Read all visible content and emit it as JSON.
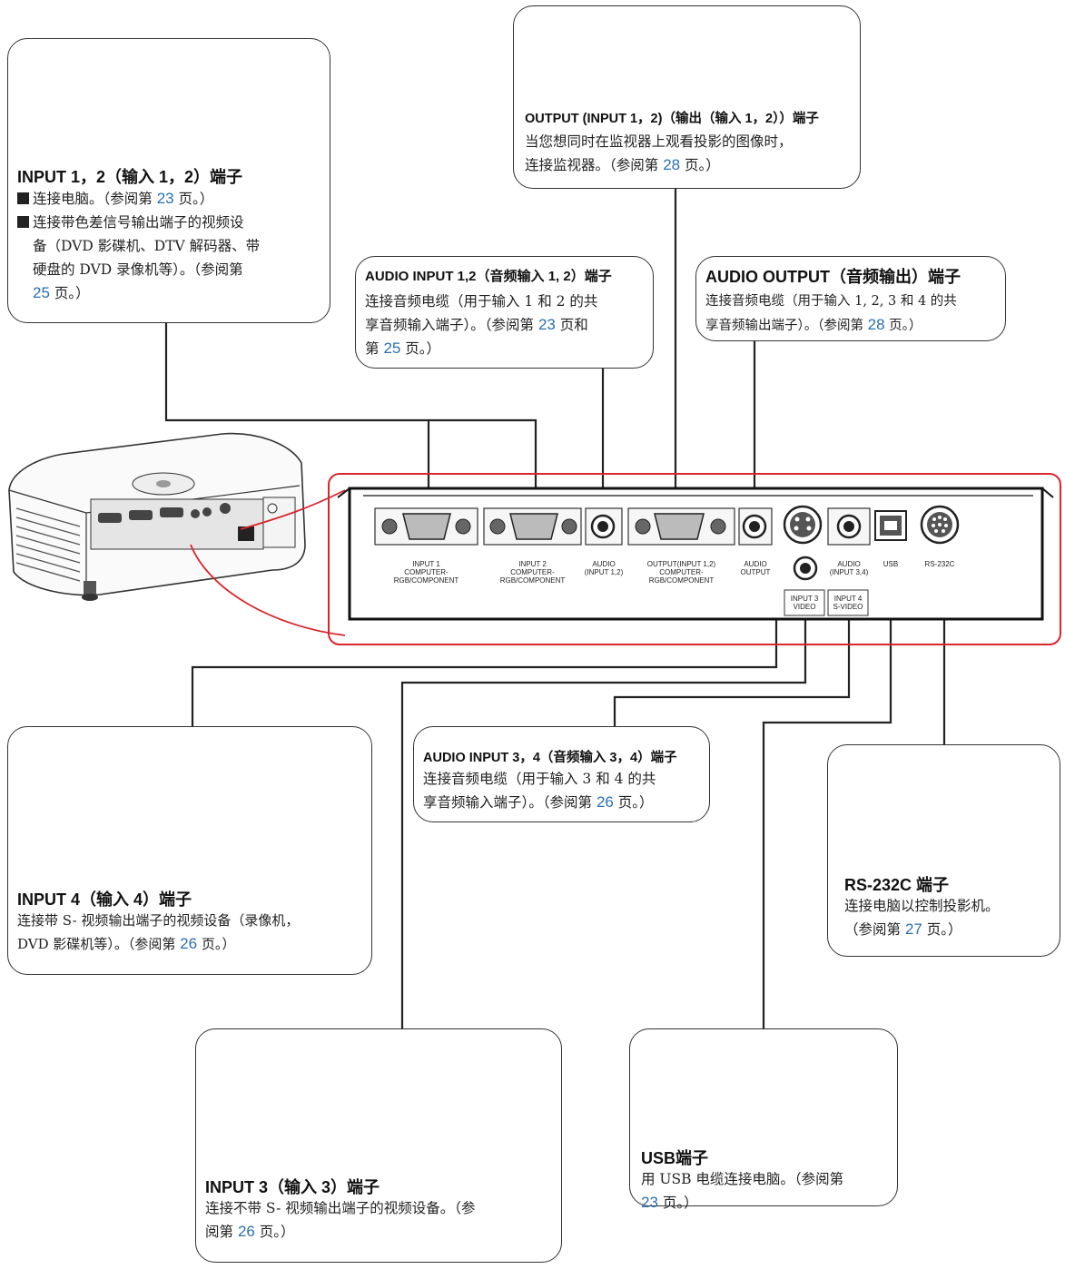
{
  "monitor_box": {
    "title": "OUTPUT (INPUT 1，2)（输出（输入 1，2））端子",
    "line1": "当您想同时在监视器上观看投影的图像时，",
    "line2a": "连接监视器。（参阅第 ",
    "page": "28",
    "line2b": " 页。）"
  },
  "input12_box": {
    "title": "INPUT 1，2（输入 1，2）端子",
    "b1a": "连接电脑。（参阅第 ",
    "b1page": "23",
    "b1b": " 页。）",
    "b2l1": "连接带色差信号输出端子的视频设",
    "b2l2": "备（DVD 影碟机、DTV 解码器、带",
    "b2l3": "硬盘的 DVD 录像机等）。（参阅第",
    "b2page": "25",
    "b2l4": " 页。）"
  },
  "audio_in12_box": {
    "title": "AUDIO INPUT 1,2（音频输入 1, 2）端子",
    "l1": "连接音频电缆（用于输入 1 和 2 的共",
    "l2a": "享音频输入端子）。（参阅第 ",
    "page1": "23",
    "l2b": " 页和",
    "l3a": "第 ",
    "page2": "25",
    "l3b": " 页。）"
  },
  "audio_out_box": {
    "title": "AUDIO OUTPUT（音频输出）端子",
    "l1": "连接音频电缆（用于输入 1, 2, 3 和 4 的共",
    "l2a": "享音频输出端子）。（参阅第 ",
    "page": "28",
    "l2b": " 页。）"
  },
  "input4_box": {
    "title": "INPUT 4（输入 4）端子",
    "l1": "连接带 S- 视频输出端子的视频设备（录像机，",
    "l2a": "DVD 影碟机等）。（参阅第 ",
    "page": "26",
    "l2b": " 页。）"
  },
  "audio_in34_box": {
    "title": "AUDIO INPUT 3，4（音频输入 3，4）端子",
    "l1": "连接音频电缆（用于输入 3 和 4 的共",
    "l2a": "享音频输入端子）。（参阅第 ",
    "page": "26",
    "l2b": " 页。）"
  },
  "rs232_box": {
    "title": "RS-232C 端子",
    "l1": "连接电脑以控制投影机。",
    "l2a": "（参阅第 ",
    "page": "27",
    "l2b": " 页。）"
  },
  "input3_box": {
    "title": "INPUT 3（输入 3）端子",
    "l1": "连接不带 S- 视频输出端子的视频设备。（参",
    "l2a": "阅第 ",
    "page": "26",
    "l2b": " 页。）"
  },
  "usb_box": {
    "title": "USB端子",
    "l1": "用 USB 电缆连接电脑。（参阅第",
    "page": "23",
    "l2b": " 页。）"
  },
  "panel": {
    "input1": "INPUT 1",
    "input2": "INPUT 2",
    "rgb_component": "COMPUTER-RGB/COMPONENT",
    "audio12_a": "AUDIO",
    "audio12_b": "(INPUT 1,2)",
    "output12": "OUTPUT(INPUT 1,2)",
    "audio_out_a": "AUDIO",
    "audio_out_b": "OUTPUT",
    "input3_a": "INPUT 3",
    "input3_b": "VIDEO",
    "input4_a": "INPUT 4",
    "input4_b": "S-VIDEO",
    "audio34_a": "AUDIO",
    "audio34_b": "(INPUT 3,4)",
    "usb": "USB",
    "rs232": "RS-232C"
  },
  "colors": {
    "link": "#2a6fb4",
    "highlight": "#d9262c",
    "line": "#222222"
  }
}
